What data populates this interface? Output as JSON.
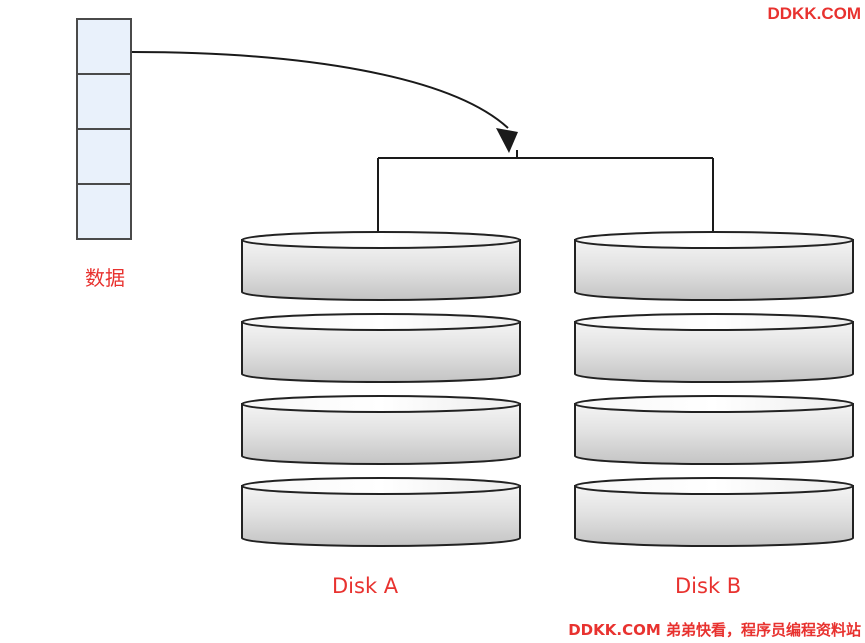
{
  "watermark": {
    "top": "DDKK.COM",
    "bottom": "DDKK.COM 弟弟快看，程序员编程资料站"
  },
  "data_label": "数据",
  "disks": [
    {
      "label": "Disk A",
      "platters": 4
    },
    {
      "label": "Disk B",
      "platters": 4
    }
  ],
  "data_cells": 4,
  "colors": {
    "label_red": "#e8322f",
    "cell_fill": "#e9f1fb",
    "cell_stroke": "#4a4a4a",
    "arrow": "#1a1a1a"
  }
}
